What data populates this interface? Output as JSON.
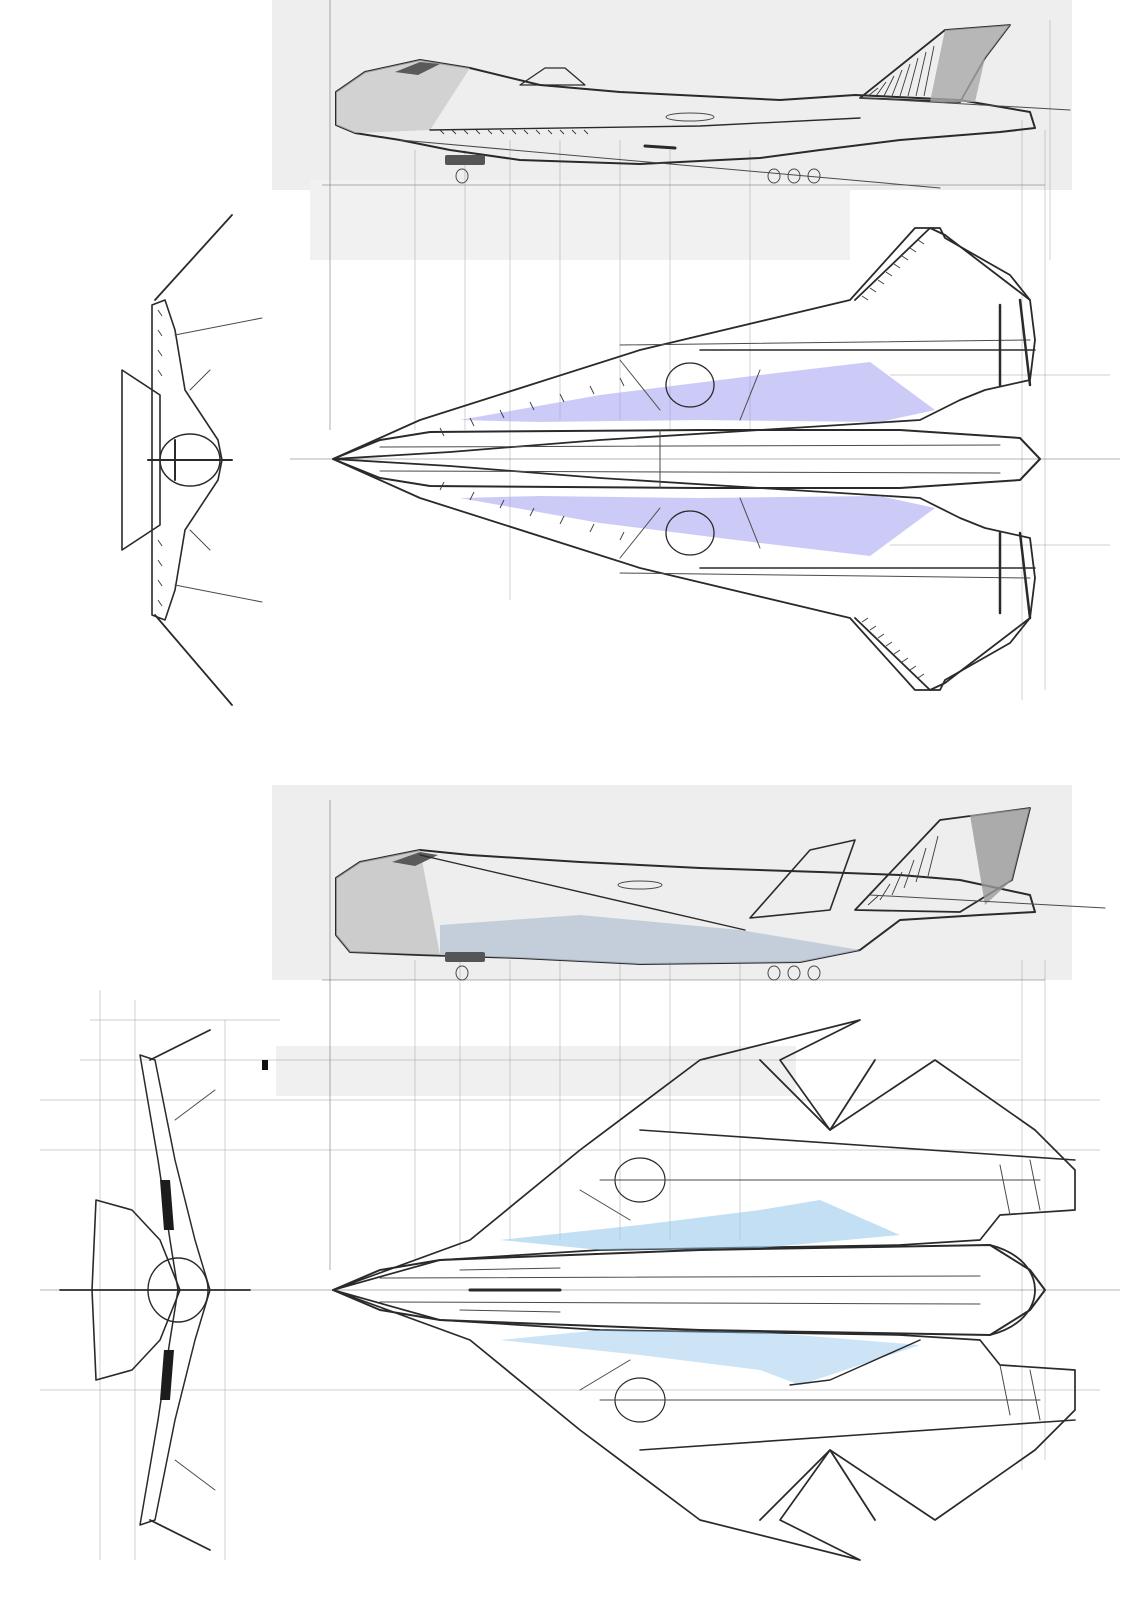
{
  "sheet": {
    "kind": "aircraft concept orthographic sketch sheet",
    "concepts": [
      {
        "id": "concept-a",
        "views": [
          "side",
          "top",
          "front"
        ],
        "accent_color": "#9a97f2"
      },
      {
        "id": "concept-b",
        "views": [
          "side",
          "top",
          "front"
        ],
        "accent_color": "#8fc4ea"
      }
    ],
    "colors": {
      "background": "#ffffff",
      "backdrop_panel": "#eeeeee",
      "ink": "#2a2a2a",
      "body_shade": "#c8c8c8",
      "underside_tint": "#bcc8d6"
    }
  }
}
